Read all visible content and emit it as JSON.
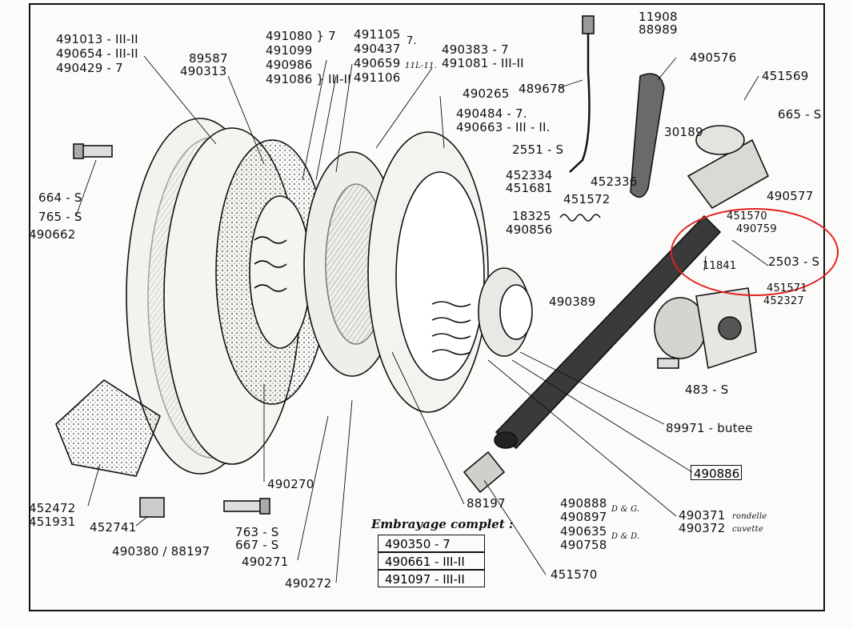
{
  "labels": {
    "l1": "491013 - III-II",
    "l2": "490654 - III-II",
    "l3": "490429 - 7",
    "l4": "89587",
    "l5": "490313",
    "l6": "491080 } 7",
    "l7": "491099",
    "l8": "490986",
    "l9": "491086 } III-II",
    "l10": "491105",
    "l11": "490437",
    "l12": "490659",
    "l13": "491106",
    "l13b": "7.",
    "l13c": "11L-11.",
    "l14": "490383 - 7",
    "l15": "491081 - III-II",
    "l16": "490265",
    "l17": "490484 - 7.",
    "l18": "490663 - III - II.",
    "l19": "11908",
    "l20": "88989",
    "l21": "489678",
    "l22": "490576",
    "l23": "451569",
    "l24": "665 - S",
    "l25": "30189",
    "l26": "2551 - S",
    "l27": "452334",
    "l28": "451681",
    "l29": "452336",
    "l30": "451572",
    "l31": "490577",
    "l32": "18325",
    "l33": "490856",
    "l34": "451570",
    "l35": "490759",
    "l36": "11841",
    "l37": "2503 - S",
    "l38": "451571",
    "l39": "452327",
    "l40": "490389",
    "l41": "483 - S",
    "l42": "664 - S",
    "l43": "765 - S",
    "l44": "490662",
    "l45": "89971 - butee",
    "l46": "452472",
    "l47": "451931",
    "l48": "452741",
    "l49": "490380 / 88197",
    "l50": "763 - S",
    "l51": "667 - S",
    "l52": "490270",
    "l53": "490271",
    "l54": "490272",
    "l55": "88197",
    "l56": "490888",
    "l57": "490897",
    "l58": "490635",
    "l59": "490758",
    "l60": "D & G.",
    "l61": "D & D.",
    "l62": "490371",
    "l63": "rondelle",
    "l64": "490372",
    "l65": "cuvette",
    "l66": "451570"
  },
  "callout_box": "490886",
  "kit": {
    "title": "Embrayage complet :",
    "rows": [
      "490350 - 7",
      "490661 - III-II",
      "491097 - III-II"
    ]
  },
  "highlight_color": "#e02020"
}
